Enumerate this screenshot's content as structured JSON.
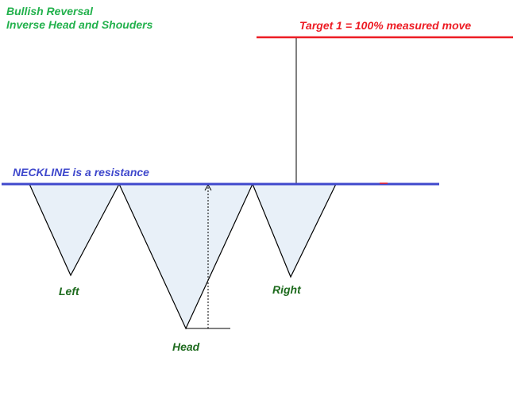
{
  "title": {
    "line1": "Bullish Reversal",
    "line2": "Inverse Head and Shouders"
  },
  "target_label": "Target 1 = 100% measured move",
  "neckline_label": "NECKLINE is a resistance",
  "troughs": {
    "left": "Left",
    "head": "Head",
    "right": "Right"
  },
  "colors": {
    "title": "#22b14c",
    "target": "#ed1c24",
    "neckline": "#3f48cc",
    "trough_label": "#1e6b1e",
    "trough_fill": "#e8f0f8",
    "outline": "#000000"
  }
}
